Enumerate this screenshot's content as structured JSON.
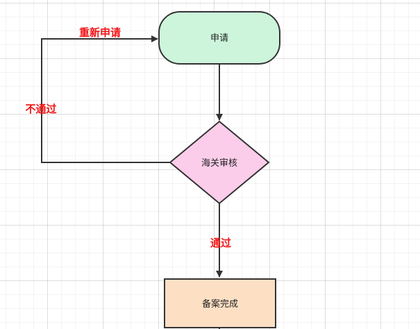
{
  "colors": {
    "grid_bg": "#ffffff",
    "stroke": "#333333",
    "start_fill": "#ccf5dc",
    "decision_fill": "#fccdea",
    "end_fill": "#fde0c4",
    "label_color": "#f31515"
  },
  "nodes": {
    "apply": "申请",
    "customs_review": "海关审核",
    "filing_complete": "备案完成"
  },
  "edges": {
    "reapply": "重新申请",
    "rejected": "不通过",
    "approved": "通过"
  }
}
